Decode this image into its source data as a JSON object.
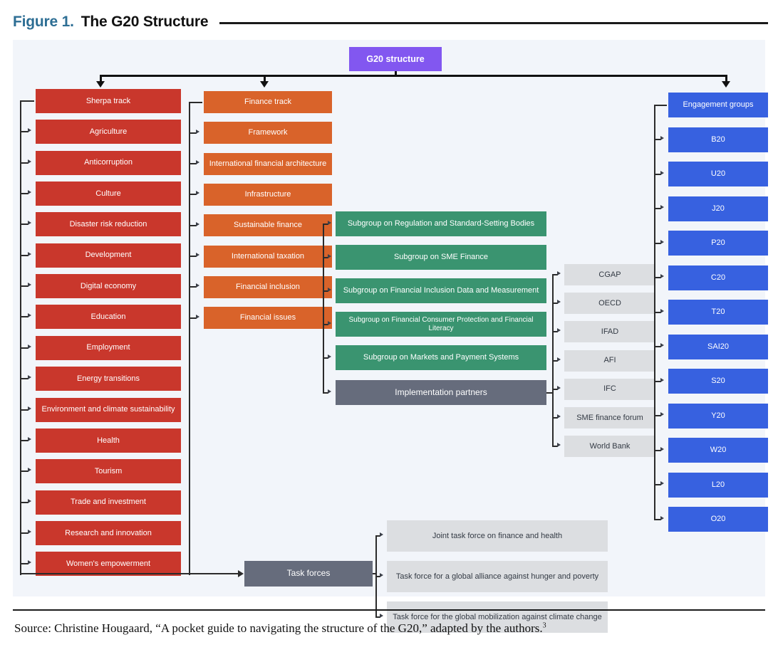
{
  "figure": {
    "number": "Figure 1.",
    "title": "The G20 Structure"
  },
  "source": {
    "text": "Source: Christine Hougaard, “A pocket guide to navigating the structure of the G20,” adapted by the authors.",
    "footnote": "3"
  },
  "colors": {
    "root": "#8257f0",
    "sherpa": "#c9372c",
    "finance": "#d9632a",
    "subgroup": "#3a9470",
    "engagement": "#3761e0",
    "slate": "#666c7c",
    "grey": "#dcdee1",
    "panel_bg": "#f2f5fa",
    "accent_title": "#2d6e94"
  },
  "chart_data": {
    "type": "diagram",
    "title": "The G20 Structure",
    "root": "G20 structure",
    "branches": [
      {
        "name": "Sherpa track",
        "color": "#c9372c",
        "children": [
          "Agriculture",
          "Anticorruption",
          "Culture",
          "Disaster risk reduction",
          "Development",
          "Digital economy",
          "Education",
          "Employment",
          "Energy transitions",
          "Environment and climate sustainability",
          "Health",
          "Tourism",
          "Trade and investment",
          "Research and innovation",
          "Women's empowerment"
        ]
      },
      {
        "name": "Finance track",
        "color": "#d9632a",
        "children": [
          "Framework",
          "International financial architecture",
          "Infrastructure",
          "Sustainable finance",
          "International taxation",
          "Financial inclusion",
          "Financial issues"
        ]
      },
      {
        "name": "Engagement groups",
        "color": "#3761e0",
        "children": [
          "B20",
          "U20",
          "J20",
          "P20",
          "C20",
          "T20",
          "SAI20",
          "S20",
          "Y20",
          "W20",
          "L20",
          "O20"
        ]
      }
    ],
    "financial_inclusion_subgroups": {
      "parent": "Financial inclusion",
      "color": "#3a9470",
      "items": [
        "Subgroup on Regulation and Standard-Setting Bodies",
        "Subgroup on SME Finance",
        "Subgroup on Financial Inclusion Data and Measurement",
        "Subgroup on Financial Consumer Protection and Financial Literacy",
        "Subgroup on Markets and Payment Systems"
      ]
    },
    "implementation_partners": {
      "label": "Implementation partners",
      "color": "#666c7c",
      "items": [
        "CGAP",
        "OECD",
        "IFAD",
        "AFI",
        "IFC",
        "SME finance forum",
        "World Bank"
      ]
    },
    "task_forces": {
      "label": "Task forces",
      "color": "#666c7c",
      "items": [
        "Joint task force on finance and health",
        "Task force for a global alliance against hunger and poverty",
        "Task force for the global mobilization against climate change"
      ]
    }
  },
  "nodes": {
    "root": "G20 structure",
    "sherpa": [
      "Sherpa track",
      "Agriculture",
      "Anticorruption",
      "Culture",
      "Disaster risk reduction",
      "Development",
      "Digital economy",
      "Education",
      "Employment",
      "Energy transitions",
      "Environment and climate sustainability",
      "Health",
      "Tourism",
      "Trade and investment",
      "Research and innovation",
      "Women's empowerment"
    ],
    "finance": [
      "Finance track",
      "Framework",
      "International financial architecture",
      "Infrastructure",
      "Sustainable finance",
      "International taxation",
      "Financial inclusion",
      "Financial issues"
    ],
    "subgroups": [
      "Subgroup on Regulation and Standard-Setting Bodies",
      "Subgroup on SME Finance",
      "Subgroup on Financial Inclusion Data and Measurement",
      "Subgroup on Financial Consumer Protection and Financial Literacy",
      "Subgroup on Markets and Payment Systems"
    ],
    "implementation_partners_label": "Implementation partners",
    "partners": [
      "CGAP",
      "OECD",
      "IFAD",
      "AFI",
      "IFC",
      "SME finance forum",
      "World Bank"
    ],
    "engagement": [
      "Engagement groups",
      "B20",
      "U20",
      "J20",
      "P20",
      "C20",
      "T20",
      "SAI20",
      "S20",
      "Y20",
      "W20",
      "L20",
      "O20"
    ],
    "task_forces_label": "Task forces",
    "task_forces": [
      "Joint task force on finance and health",
      "Task force for a global alliance against hunger and poverty",
      "Task force for the global mobilization against climate change"
    ]
  }
}
